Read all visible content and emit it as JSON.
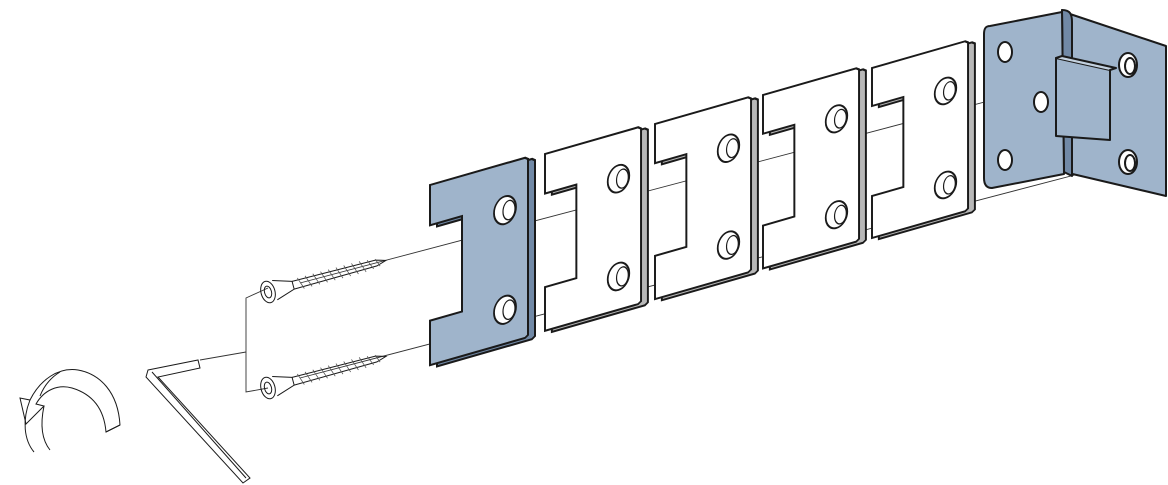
{
  "colors": {
    "highlight_part": "#9fb4cb",
    "highlight_edge": "#7189a6",
    "plain_part": "#ffffff",
    "part_edge": "#b8b8b8",
    "outline": "#1a1a1a"
  },
  "diagram": {
    "kind": "exploded assembly illustration",
    "parts": [
      {
        "id": "rotate-arrow",
        "icon": "rotate-arrow-icon",
        "highlighted": false
      },
      {
        "id": "hex-key",
        "icon": "allen-key-icon",
        "highlighted": false
      },
      {
        "id": "screw",
        "count": 2,
        "highlighted": false
      },
      {
        "id": "u-clamp-front",
        "highlighted": true
      },
      {
        "id": "spacer-u-1",
        "highlighted": false
      },
      {
        "id": "spacer-u-2",
        "highlighted": false
      },
      {
        "id": "spacer-u-3",
        "highlighted": false
      },
      {
        "id": "spacer-u-4",
        "highlighted": false
      },
      {
        "id": "angle-bracket",
        "highlighted": true
      }
    ]
  }
}
